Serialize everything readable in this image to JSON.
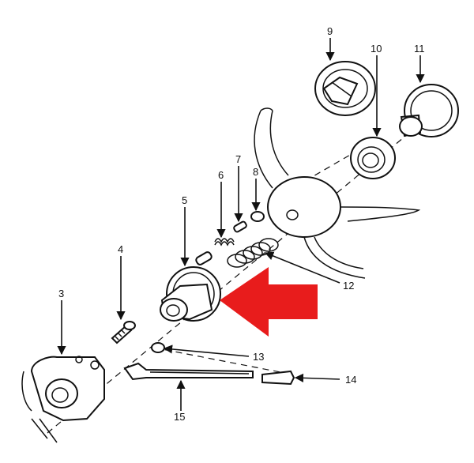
{
  "diagram": {
    "callouts": [
      {
        "id": "9",
        "text": "9"
      },
      {
        "id": "10",
        "text": "10"
      },
      {
        "id": "11",
        "text": "11"
      },
      {
        "id": "8",
        "text": "8"
      },
      {
        "id": "7",
        "text": "7"
      },
      {
        "id": "6",
        "text": "6"
      },
      {
        "id": "5",
        "text": "5"
      },
      {
        "id": "4",
        "text": "4"
      },
      {
        "id": "3",
        "text": "3"
      },
      {
        "id": "12",
        "text": "12"
      },
      {
        "id": "13",
        "text": "13"
      },
      {
        "id": "14",
        "text": "14"
      },
      {
        "id": "15",
        "text": "15"
      }
    ],
    "highlight_arrow_color": "#e81c1c",
    "line_color": "#111111"
  }
}
